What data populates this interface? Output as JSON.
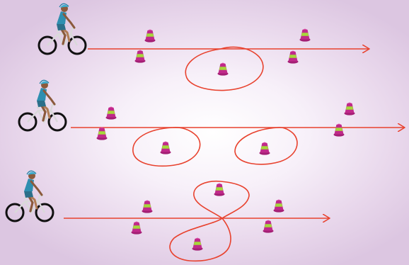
{
  "diagram": {
    "colors": {
      "path": "#e8422e",
      "cone_top": "#b0247e",
      "cone_band": "#9bd12f",
      "cone_base": "#b0247e",
      "background": "#f1e3f3"
    },
    "icons": [
      "cyclist-icon",
      "traffic-cone-icon",
      "arrow-path"
    ],
    "rows": [
      {
        "id": "row-1",
        "drill": "single-loop",
        "cyclist_jersey": "#2f8fb0",
        "cones": 5
      },
      {
        "id": "row-2",
        "drill": "double-loop",
        "cyclist_jersey": "#3aa7c4",
        "cones": 6
      },
      {
        "id": "row-3",
        "drill": "figure-eight",
        "cyclist_jersey": "#2f97bd",
        "cones": 6
      }
    ]
  }
}
